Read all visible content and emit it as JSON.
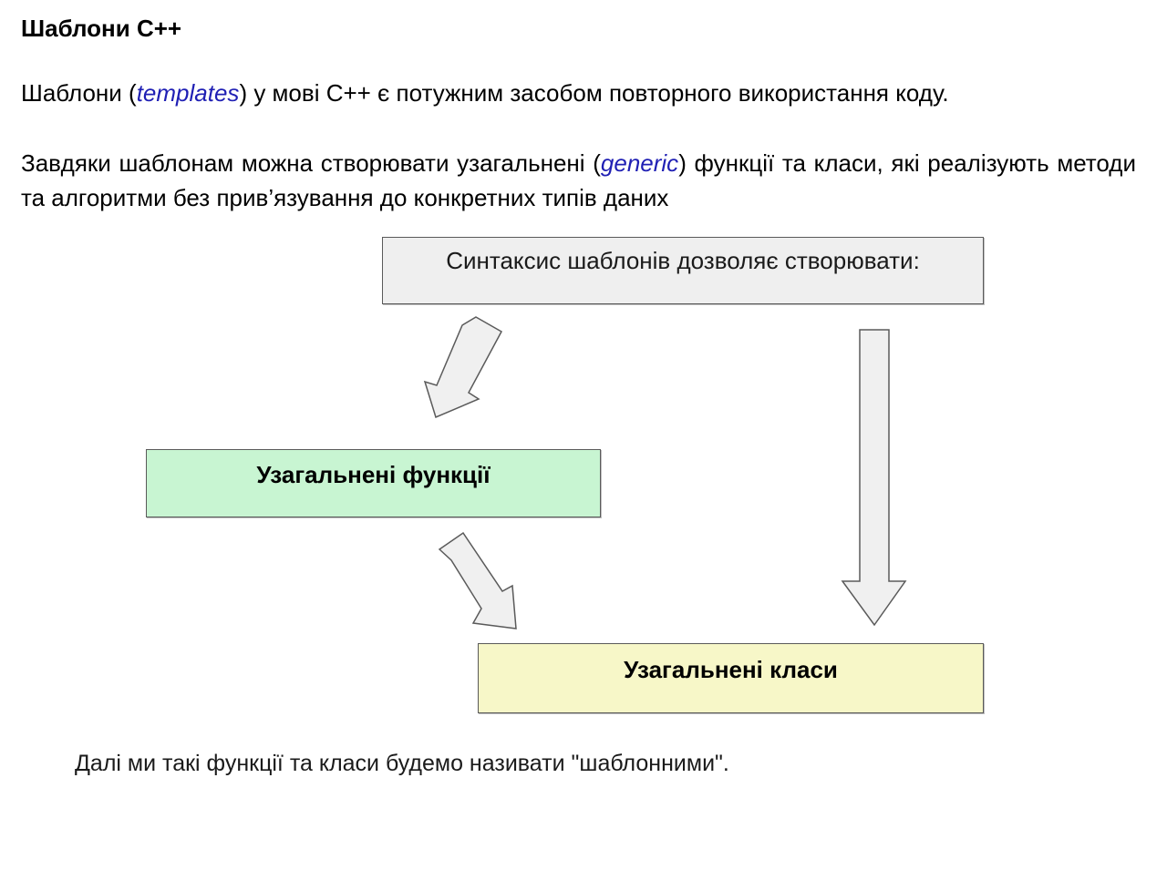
{
  "slide": {
    "title": "Шаблони C++",
    "paragraph1": {
      "before": "Шаблони (",
      "term": "templates",
      "after": ") у мові C++ є потужним засобом повторного використання коду."
    },
    "paragraph2": {
      "before": "Завдяки шаблонам можна створювати узагальнені (",
      "term": "generic",
      "after": ") функції та класи, які реалізують методи та алгоритми без прив’язування до конкретних типів даних"
    }
  },
  "diagram": {
    "syntax_box": "Синтаксис шаблонів дозволяє створювати:",
    "functions_box": "Узагальнені функції",
    "classes_box": "Узагальнені класи"
  },
  "footer": "Далі ми такі функції та класи будемо називати \"шаблонними\".",
  "colors": {
    "term_text": "#1f1fb4",
    "syntax_box_fill": "#efefef",
    "functions_box_fill": "#c8f5d2",
    "classes_box_fill": "#f7f7c8",
    "arrow_fill": "#f0f0f0",
    "arrow_stroke": "#5a5a5a"
  }
}
